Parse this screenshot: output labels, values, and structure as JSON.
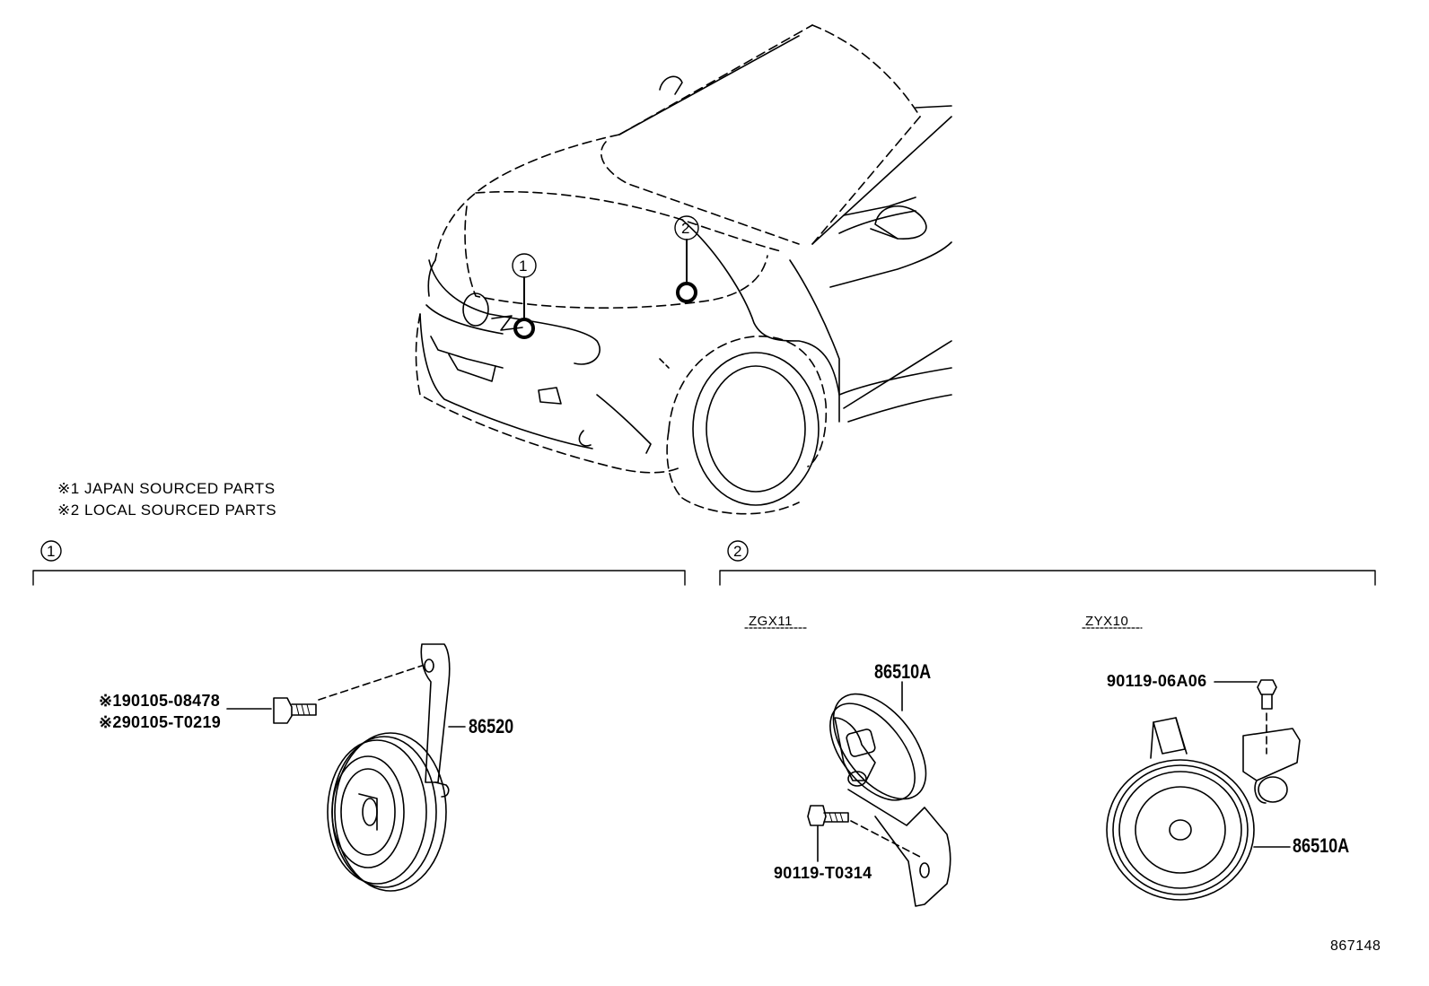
{
  "notes": [
    {
      "mark": "※1",
      "text": "JAPAN SOURCED PARTS"
    },
    {
      "mark": "※2",
      "text": "LOCAL SOURCED PARTS"
    }
  ],
  "locators": [
    {
      "label": "1"
    },
    {
      "label": "2"
    }
  ],
  "sections": [
    {
      "label": "1"
    },
    {
      "label": "2"
    }
  ],
  "variants": {
    "left": "ZGX11",
    "right": "ZYX10"
  },
  "parts": {
    "bolt_1": {
      "mark": "※1",
      "number": "90105-08478"
    },
    "bolt_2": {
      "mark": "※2",
      "number": "90105-T0219"
    },
    "horn_main": "86520",
    "horn_zgx11": "86510A",
    "bolt_zgx11": "90119-T0314",
    "bolt_zyx10": "90119-06A06",
    "horn_zyx10": "86510A"
  },
  "reference_number": "867148",
  "colors": {
    "ink": "#000000",
    "paper": "#ffffff"
  }
}
